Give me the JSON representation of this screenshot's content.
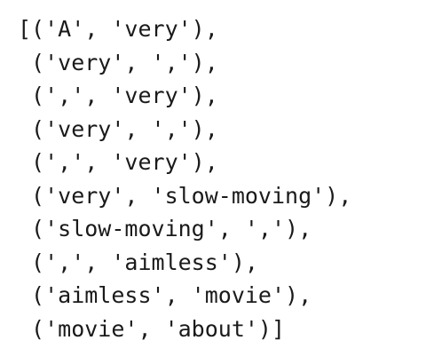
{
  "output": {
    "lines": [
      "[('A', 'very'),",
      " ('very', ','),",
      " (',', 'very'),",
      " ('very', ','),",
      " (',', 'very'),",
      " ('very', 'slow-moving'),",
      " ('slow-moving', ','),",
      " (',', 'aimless'),",
      " ('aimless', 'movie'),",
      " ('movie', 'about')]"
    ]
  }
}
